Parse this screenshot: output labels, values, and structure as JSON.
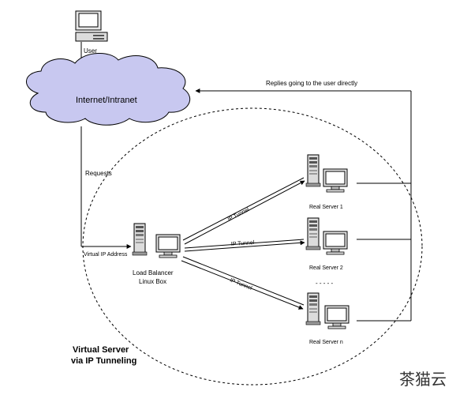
{
  "diagram": {
    "user_label": "User",
    "cloud_label": "Internet/Intranet",
    "replies_label": "Replies going to the user directly",
    "requests_label": "Requests",
    "vip_label": "Virtual IP Address",
    "load_balancer_label_line1": "Load Balancer",
    "load_balancer_label_line2": "Linux Box",
    "tunnel_labels": [
      "IP Tunnel",
      "IP Tunnel",
      "IP Tunnel"
    ],
    "server_labels": [
      "Real Server 1",
      "Real Server 2",
      "Real Server n"
    ],
    "ellipsis": "- - - - -",
    "title_line1": "Virtual Server",
    "title_line2": "via IP Tunneling",
    "watermark": "茶猫云"
  }
}
